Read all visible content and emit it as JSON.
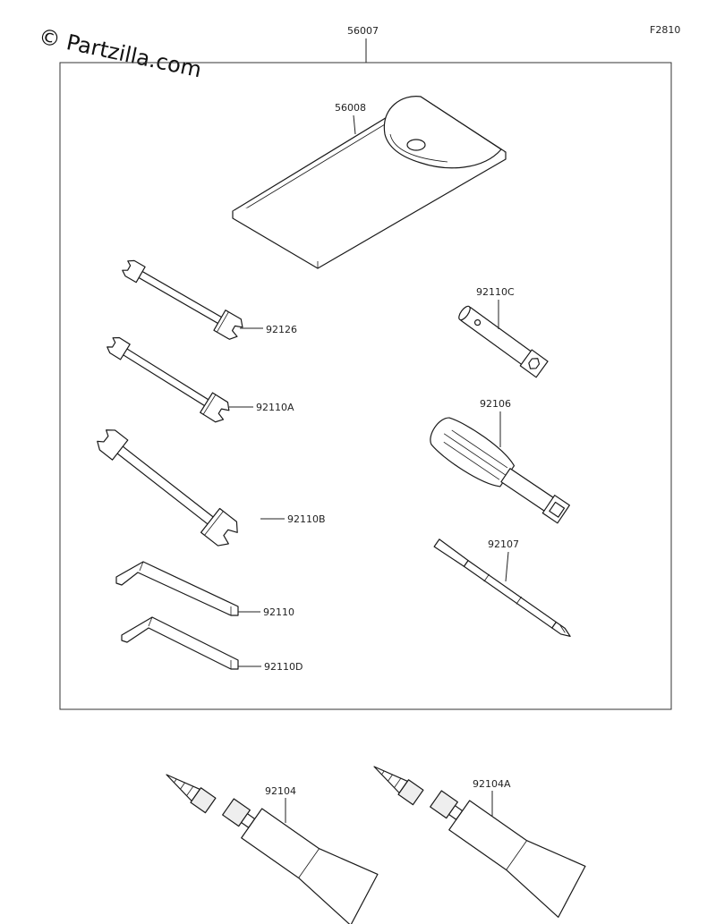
{
  "watermark": "© Partzilla.com",
  "figure_code": "F2810",
  "parts": {
    "tool_kit": "56007",
    "tool_bag": "56008",
    "wrench_92126": "92126",
    "wrench_92110A": "92110A",
    "wrench_92110B": "92110B",
    "hex_key_92110": "92110",
    "hex_key_92110D": "92110D",
    "plug_wrench": "92110C",
    "handle": "92106",
    "screwdriver": "92107",
    "grease_tube": "92104",
    "grease_tube_a": "92104A"
  }
}
